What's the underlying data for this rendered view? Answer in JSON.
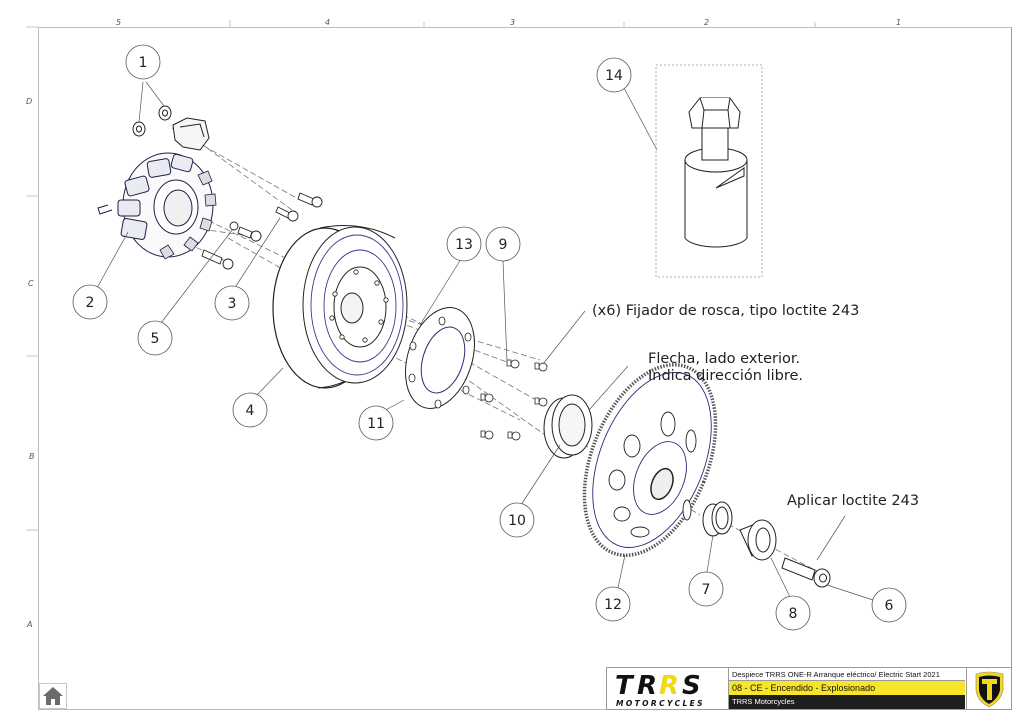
{
  "sheet": {
    "column_zones": [
      "5",
      "4",
      "3",
      "2",
      "1"
    ],
    "row_zones": [
      "D",
      "C",
      "B",
      "A"
    ]
  },
  "balloons": [
    {
      "id": "1"
    },
    {
      "id": "2"
    },
    {
      "id": "3"
    },
    {
      "id": "4"
    },
    {
      "id": "5"
    },
    {
      "id": "6"
    },
    {
      "id": "7"
    },
    {
      "id": "8"
    },
    {
      "id": "9"
    },
    {
      "id": "10"
    },
    {
      "id": "11"
    },
    {
      "id": "12"
    },
    {
      "id": "13"
    },
    {
      "id": "14"
    }
  ],
  "notes": {
    "threadlocker": "(x6) Fijador de rosca, tipo loctite 243",
    "arrow_line1": "Flecha, lado exterior.",
    "arrow_line2": "Indica dirección libre.",
    "apply_loctite": "Aplicar  loctite 243"
  },
  "title_block": {
    "logo_text": "TRRS",
    "logo_subtext": "MOTORCYCLES",
    "description": "Despiece TRRS ONE-R  Arranque eléctrico/ Electric Start 2021",
    "drawing_title": "08 - CE - Encendido - Explosionado",
    "company": "TRRS Motorcycles",
    "colors": {
      "accent_yellow": "#f7e52a",
      "dark": "#1f1f1f"
    }
  },
  "navigation": {
    "home_icon": "home-icon"
  }
}
